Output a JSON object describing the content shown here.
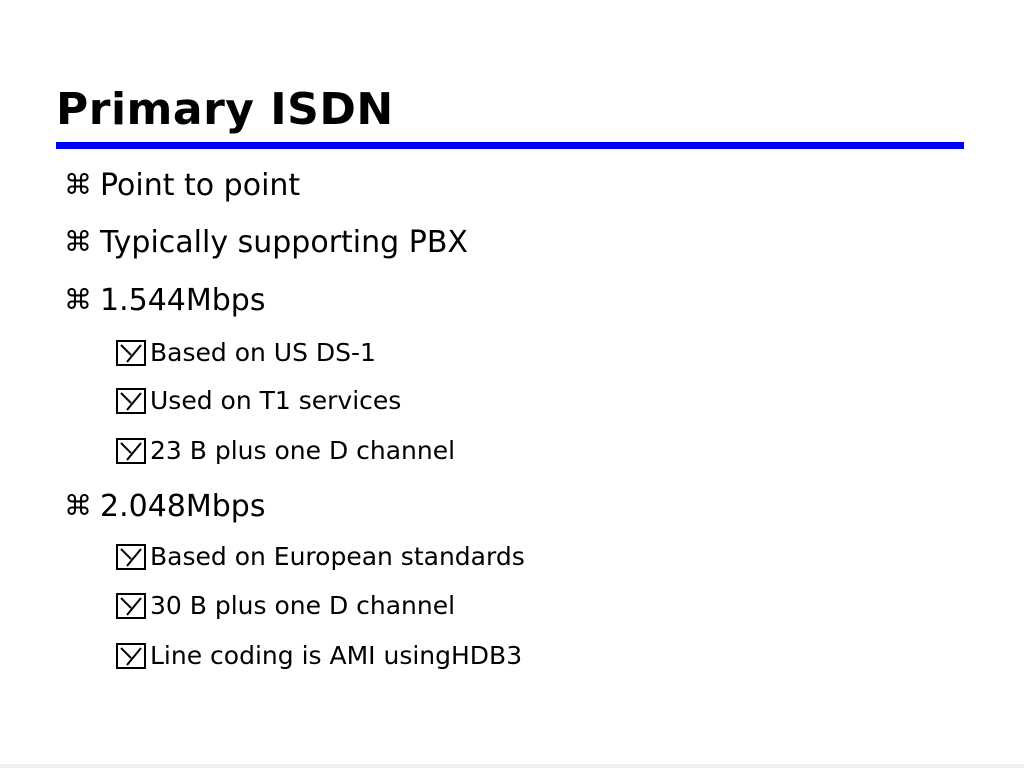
{
  "slide": {
    "title": "Primary ISDN",
    "rule_color": "#0000ff",
    "bullet_icon_level1": "command-key-icon",
    "bullet_icon_level2": "checkbox-cross-icon",
    "bullets": [
      {
        "text": "Point to point",
        "level": 1
      },
      {
        "text": "Typically supporting PBX",
        "level": 1
      },
      {
        "text": "1.544Mbps",
        "level": 1
      },
      {
        "text": "Based on US DS-1",
        "level": 2
      },
      {
        "text": "Used on T1 services",
        "level": 2
      },
      {
        "text": "23 B plus one D channel",
        "level": 2
      },
      {
        "text": "2.048Mbps",
        "level": 1
      },
      {
        "text": "Based on European standards",
        "level": 2
      },
      {
        "text": "30 B plus one D channel",
        "level": 2
      },
      {
        "text": "Line coding is AMI usingHDB3",
        "level": 2
      }
    ]
  }
}
